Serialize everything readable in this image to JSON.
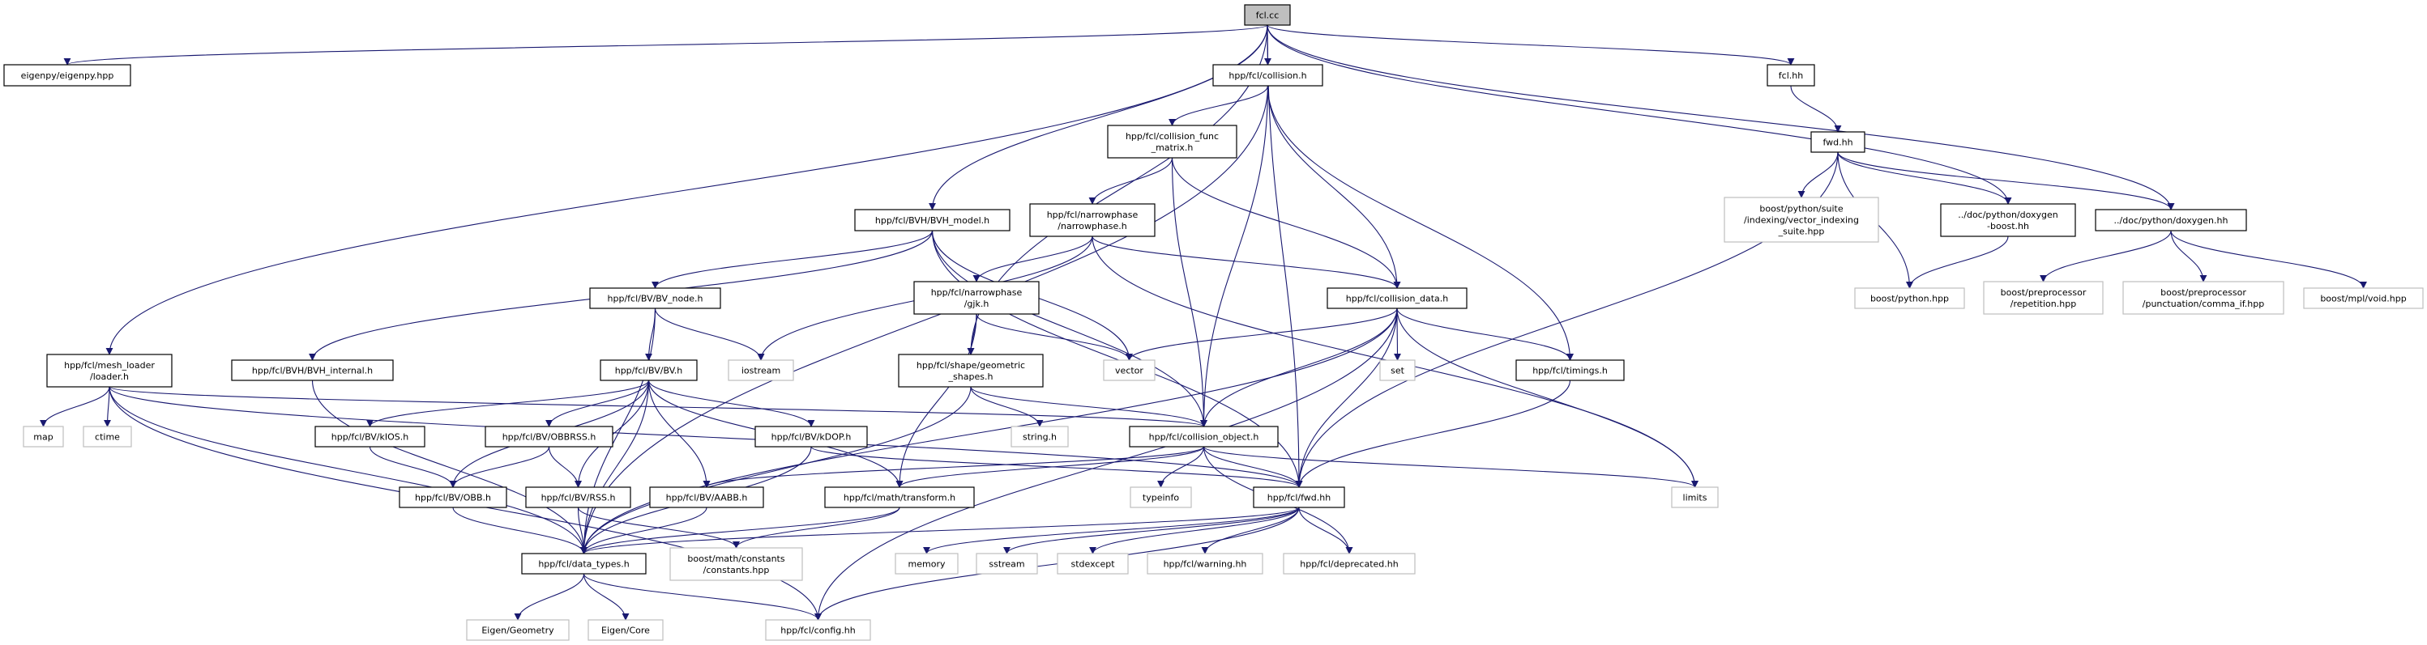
{
  "colors": {
    "edge": "#191970",
    "root_fill": "#bfbfbf",
    "node_border": "#000000",
    "external_border": "#bfbfbf",
    "background": "#ffffff"
  },
  "nodes": [
    {
      "id": "fcl_cc",
      "label": [
        "fcl.cc"
      ],
      "kind": "root"
    },
    {
      "id": "eigenpy",
      "label": [
        "eigenpy/eigenpy.hpp"
      ],
      "kind": "file"
    },
    {
      "id": "collision",
      "label": [
        "hpp/fcl/collision.h"
      ],
      "kind": "file"
    },
    {
      "id": "fcl_hh",
      "label": [
        "fcl.hh"
      ],
      "kind": "file"
    },
    {
      "id": "func_matrix",
      "label": [
        "hpp/fcl/collision_func",
        "_matrix.h"
      ],
      "kind": "file"
    },
    {
      "id": "fwd_top",
      "label": [
        "fwd.hh"
      ],
      "kind": "file"
    },
    {
      "id": "bvh_model",
      "label": [
        "hpp/fcl/BVH/BVH_model.h"
      ],
      "kind": "file"
    },
    {
      "id": "narrowphase",
      "label": [
        "hpp/fcl/narrowphase",
        "/narrowphase.h"
      ],
      "kind": "file"
    },
    {
      "id": "suite",
      "label": [
        "boost/python/suite",
        "/indexing/vector_indexing",
        "_suite.hpp"
      ],
      "kind": "external"
    },
    {
      "id": "doxy_boost",
      "label": [
        "../doc/python/doxygen",
        "-boost.hh"
      ],
      "kind": "file"
    },
    {
      "id": "doxygen",
      "label": [
        "../doc/python/doxygen.hh"
      ],
      "kind": "file"
    },
    {
      "id": "bv_node",
      "label": [
        "hpp/fcl/BV/BV_node.h"
      ],
      "kind": "file"
    },
    {
      "id": "gjk",
      "label": [
        "hpp/fcl/narrowphase",
        "/gjk.h"
      ],
      "kind": "file"
    },
    {
      "id": "collision_data",
      "label": [
        "hpp/fcl/collision_data.h"
      ],
      "kind": "file"
    },
    {
      "id": "boost_python",
      "label": [
        "boost/python.hpp"
      ],
      "kind": "external"
    },
    {
      "id": "repetition",
      "label": [
        "boost/preprocessor",
        "/repetition.hpp"
      ],
      "kind": "external"
    },
    {
      "id": "comma_if",
      "label": [
        "boost/preprocessor",
        "/punctuation/comma_if.hpp"
      ],
      "kind": "external"
    },
    {
      "id": "mpl_void",
      "label": [
        "boost/mpl/void.hpp"
      ],
      "kind": "external"
    },
    {
      "id": "loader",
      "label": [
        "hpp/fcl/mesh_loader",
        "/loader.h"
      ],
      "kind": "file"
    },
    {
      "id": "bvh_internal",
      "label": [
        "hpp/fcl/BVH/BVH_internal.h"
      ],
      "kind": "file"
    },
    {
      "id": "iostream",
      "label": [
        "iostream"
      ],
      "kind": "external"
    },
    {
      "id": "bv",
      "label": [
        "hpp/fcl/BV/BV.h"
      ],
      "kind": "file"
    },
    {
      "id": "geom_shapes",
      "label": [
        "hpp/fcl/shape/geometric",
        "_shapes.h"
      ],
      "kind": "file"
    },
    {
      "id": "vector",
      "label": [
        "vector"
      ],
      "kind": "external"
    },
    {
      "id": "set",
      "label": [
        "set"
      ],
      "kind": "external"
    },
    {
      "id": "timings",
      "label": [
        "hpp/fcl/timings.h"
      ],
      "kind": "file"
    },
    {
      "id": "map",
      "label": [
        "map"
      ],
      "kind": "external"
    },
    {
      "id": "ctime",
      "label": [
        "ctime"
      ],
      "kind": "external"
    },
    {
      "id": "kios",
      "label": [
        "hpp/fcl/BV/kIOS.h"
      ],
      "kind": "file"
    },
    {
      "id": "obbrss",
      "label": [
        "hpp/fcl/BV/OBBRSS.h"
      ],
      "kind": "file"
    },
    {
      "id": "kdop",
      "label": [
        "hpp/fcl/BV/kDOP.h"
      ],
      "kind": "file"
    },
    {
      "id": "string_h",
      "label": [
        "string.h"
      ],
      "kind": "external"
    },
    {
      "id": "collision_object",
      "label": [
        "hpp/fcl/collision_object.h"
      ],
      "kind": "file"
    },
    {
      "id": "limits",
      "label": [
        "limits"
      ],
      "kind": "external"
    },
    {
      "id": "obb",
      "label": [
        "hpp/fcl/BV/OBB.h"
      ],
      "kind": "file"
    },
    {
      "id": "rss",
      "label": [
        "hpp/fcl/BV/RSS.h"
      ],
      "kind": "file"
    },
    {
      "id": "aabb",
      "label": [
        "hpp/fcl/BV/AABB.h"
      ],
      "kind": "file"
    },
    {
      "id": "transform",
      "label": [
        "hpp/fcl/math/transform.h"
      ],
      "kind": "file"
    },
    {
      "id": "typeinfo",
      "label": [
        "typeinfo"
      ],
      "kind": "external"
    },
    {
      "id": "fwd",
      "label": [
        "hpp/fcl/fwd.hh"
      ],
      "kind": "file"
    },
    {
      "id": "data_types",
      "label": [
        "hpp/fcl/data_types.h"
      ],
      "kind": "file"
    },
    {
      "id": "math_constants",
      "label": [
        "boost/math/constants",
        "/constants.hpp"
      ],
      "kind": "external"
    },
    {
      "id": "memory",
      "label": [
        "memory"
      ],
      "kind": "external"
    },
    {
      "id": "sstream",
      "label": [
        "sstream"
      ],
      "kind": "external"
    },
    {
      "id": "stdexcept",
      "label": [
        "stdexcept"
      ],
      "kind": "external"
    },
    {
      "id": "warning",
      "label": [
        "hpp/fcl/warning.hh"
      ],
      "kind": "external"
    },
    {
      "id": "deprecated",
      "label": [
        "hpp/fcl/deprecated.hh"
      ],
      "kind": "external"
    },
    {
      "id": "eigen_geometry",
      "label": [
        "Eigen/Geometry"
      ],
      "kind": "external"
    },
    {
      "id": "eigen_core",
      "label": [
        "Eigen/Core"
      ],
      "kind": "external"
    },
    {
      "id": "config",
      "label": [
        "hpp/fcl/config.hh"
      ],
      "kind": "external"
    }
  ],
  "edges": [
    [
      "fcl_cc",
      "eigenpy"
    ],
    [
      "fcl_cc",
      "loader"
    ],
    [
      "fcl_cc",
      "bvh_model"
    ],
    [
      "fcl_cc",
      "geom_shapes"
    ],
    [
      "fcl_cc",
      "collision"
    ],
    [
      "fcl_cc",
      "fwd"
    ],
    [
      "fcl_cc",
      "fcl_hh"
    ],
    [
      "fcl_cc",
      "doxy_boost"
    ],
    [
      "fcl_cc",
      "doxygen"
    ],
    [
      "collision",
      "data_types"
    ],
    [
      "collision",
      "func_matrix"
    ],
    [
      "collision",
      "collision_object"
    ],
    [
      "collision",
      "collision_data"
    ],
    [
      "collision",
      "timings"
    ],
    [
      "func_matrix",
      "narrowphase"
    ],
    [
      "func_matrix",
      "collision_object"
    ],
    [
      "func_matrix",
      "collision_data"
    ],
    [
      "narrowphase",
      "gjk"
    ],
    [
      "narrowphase",
      "iostream"
    ],
    [
      "narrowphase",
      "collision_data"
    ],
    [
      "narrowphase",
      "limits"
    ],
    [
      "bvh_model",
      "bv_node"
    ],
    [
      "bvh_model",
      "bvh_internal"
    ],
    [
      "bvh_model",
      "vector"
    ],
    [
      "bvh_model",
      "collision_object"
    ],
    [
      "bvh_model",
      "fwd"
    ],
    [
      "bv_node",
      "bv"
    ],
    [
      "bv_node",
      "iostream"
    ],
    [
      "bv_node",
      "data_types"
    ],
    [
      "bvh_internal",
      "data_types"
    ],
    [
      "gjk",
      "vector"
    ],
    [
      "gjk",
      "geom_shapes"
    ],
    [
      "gjk",
      "transform"
    ],
    [
      "collision_data",
      "vector"
    ],
    [
      "collision_data",
      "set"
    ],
    [
      "collision_data",
      "collision_object"
    ],
    [
      "collision_data",
      "timings"
    ],
    [
      "collision_data",
      "data_types"
    ],
    [
      "collision_data",
      "limits"
    ],
    [
      "collision_data",
      "fwd"
    ],
    [
      "collision_data",
      "config"
    ],
    [
      "timings",
      "fwd"
    ],
    [
      "geom_shapes",
      "string_h"
    ],
    [
      "geom_shapes",
      "collision_object"
    ],
    [
      "geom_shapes",
      "data_types"
    ],
    [
      "loader",
      "map"
    ],
    [
      "loader",
      "ctime"
    ],
    [
      "loader",
      "data_types"
    ],
    [
      "loader",
      "config"
    ],
    [
      "loader",
      "collision_object"
    ],
    [
      "loader",
      "fwd"
    ],
    [
      "bv",
      "kios"
    ],
    [
      "bv",
      "obbrss"
    ],
    [
      "bv",
      "kdop"
    ],
    [
      "bv",
      "obb"
    ],
    [
      "bv",
      "rss"
    ],
    [
      "bv",
      "aabb"
    ],
    [
      "bv",
      "transform"
    ],
    [
      "bv",
      "data_types"
    ],
    [
      "kios",
      "obb"
    ],
    [
      "obbrss",
      "obb"
    ],
    [
      "obbrss",
      "rss"
    ],
    [
      "kdop",
      "fwd"
    ],
    [
      "kdop",
      "data_types"
    ],
    [
      "obb",
      "data_types"
    ],
    [
      "rss",
      "data_types"
    ],
    [
      "rss",
      "math_constants"
    ],
    [
      "aabb",
      "data_types"
    ],
    [
      "collision_object",
      "typeinfo"
    ],
    [
      "collision_object",
      "fwd"
    ],
    [
      "collision_object",
      "aabb"
    ],
    [
      "collision_object",
      "transform"
    ],
    [
      "collision_object",
      "limits"
    ],
    [
      "collision_object",
      "deprecated"
    ],
    [
      "transform",
      "data_types"
    ],
    [
      "transform",
      "math_constants"
    ],
    [
      "fwd",
      "memory"
    ],
    [
      "fwd",
      "sstream"
    ],
    [
      "fwd",
      "stdexcept"
    ],
    [
      "fwd",
      "warning"
    ],
    [
      "fwd",
      "deprecated"
    ],
    [
      "fwd",
      "config"
    ],
    [
      "fwd",
      "data_types"
    ],
    [
      "data_types",
      "eigen_geometry"
    ],
    [
      "data_types",
      "eigen_core"
    ],
    [
      "data_types",
      "config"
    ],
    [
      "fcl_hh",
      "fwd_top"
    ],
    [
      "fwd_top",
      "suite"
    ],
    [
      "fwd_top",
      "boost_python"
    ],
    [
      "fwd_top",
      "doxy_boost"
    ],
    [
      "fwd_top",
      "doxygen"
    ],
    [
      "fwd_top",
      "fwd"
    ],
    [
      "doxy_boost",
      "boost_python"
    ],
    [
      "doxygen",
      "repetition"
    ],
    [
      "doxygen",
      "comma_if"
    ],
    [
      "doxygen",
      "mpl_void"
    ]
  ]
}
